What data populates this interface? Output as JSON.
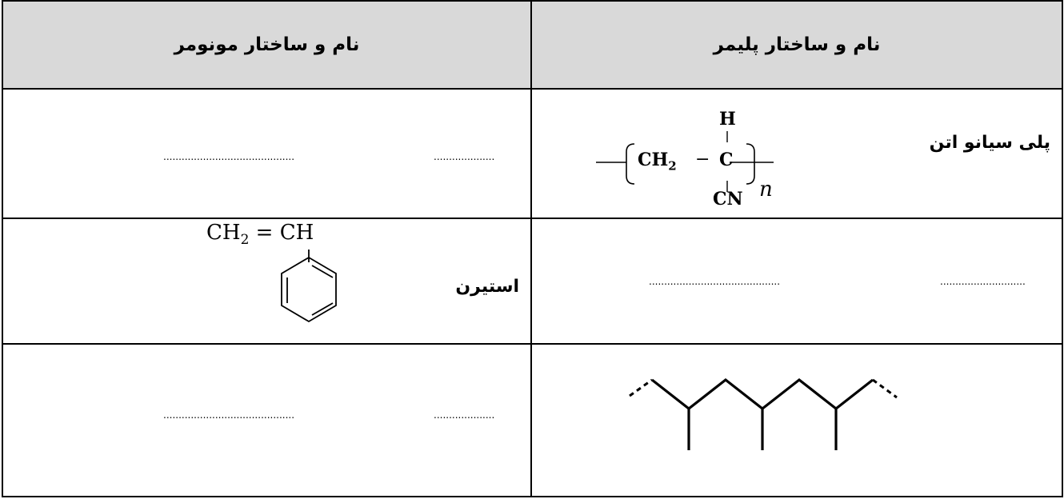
{
  "table": {
    "header": {
      "monomer": "نام و ساختار مونومر",
      "polymer": "نام و ساختار پلیمر"
    },
    "rows": [
      {
        "polymer_name": "پلی سیانو اتن",
        "polymer_formula": {
          "top": "H",
          "group": "CH",
          "sub": "2",
          "dash": "−",
          "center": "C",
          "bottom": "CN",
          "n": "n"
        },
        "monomer_name_blank": "....................",
        "monomer_structure_blank": "..........................................."
      },
      {
        "monomer_name": "استیرن",
        "monomer_formula": {
          "left": "CH",
          "sub": "2",
          "eq": " = ",
          "right": "CH"
        },
        "polymer_name_blank": "............................",
        "polymer_structure_blank": "..........................................."
      },
      {
        "monomer_name_blank": "....................",
        "monomer_structure_blank": "..........................................."
      }
    ]
  },
  "colors": {
    "header_bg": "#d9d9d9",
    "watermark": "#f5d27a"
  }
}
